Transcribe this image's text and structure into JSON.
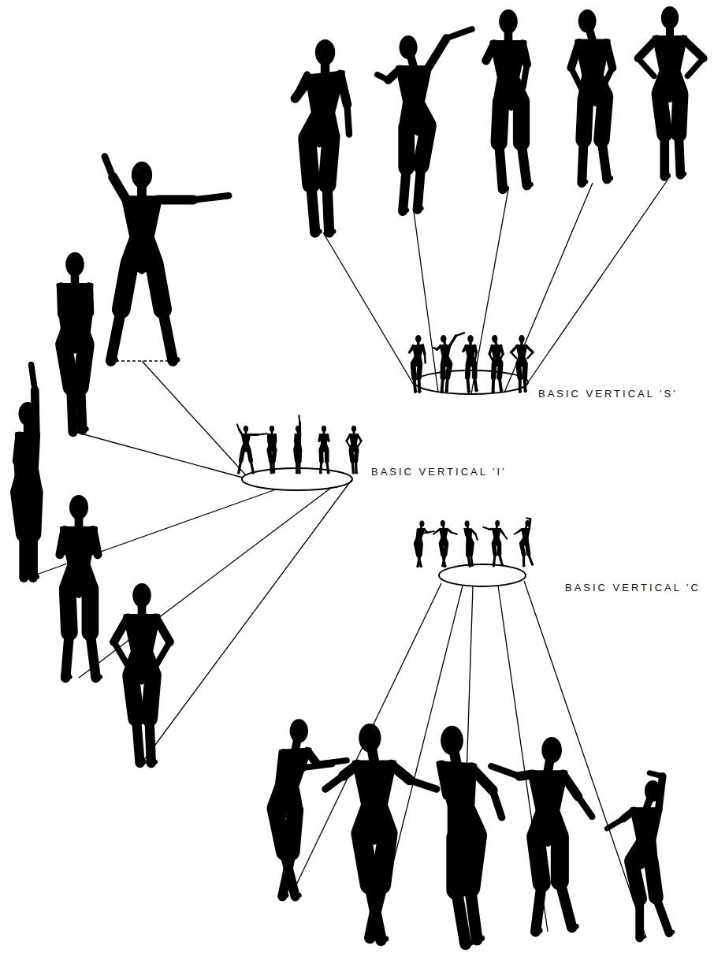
{
  "diagram": {
    "labels": [
      "BASIC VERTICAL 'S'",
      "BASIC VERTICAL 'I'",
      "BASIC VERTICAL 'C"
    ]
  }
}
